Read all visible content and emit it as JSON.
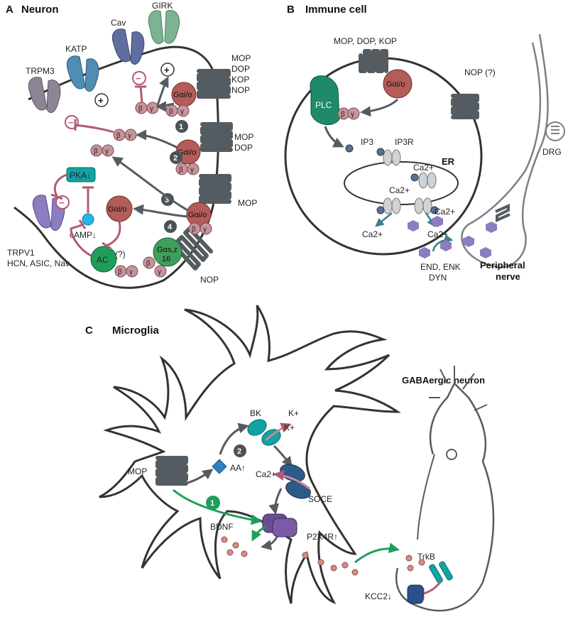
{
  "panel_a": {
    "letter": "A",
    "title": "Neuron",
    "channels": {
      "girk": "GIRK",
      "cav": "Cav",
      "katp": "KATP",
      "trpm3": "TRPM3",
      "trpv1": "TRPV1",
      "trpv1_sub": "HCN, ASIC, Nav"
    },
    "receptor_groups": {
      "r1": [
        "MOP",
        "DOP",
        "KOP",
        "NOP"
      ],
      "r2": [
        "MOP",
        "DOP"
      ],
      "r3": [
        "MOP"
      ],
      "r4": "NOP"
    },
    "proteins": {
      "gai": "Gαi/o",
      "beta": "β",
      "gamma": "γ",
      "gas": "Gαs,z",
      "gas_sub": "16",
      "question": "(?)",
      "pka": "PKA↓",
      "camp": "cAMP↓",
      "ac": "AC"
    },
    "steps": [
      "1",
      "2",
      "3",
      "4"
    ],
    "plus": "+",
    "minus": "−"
  },
  "panel_b": {
    "letter": "B",
    "title": "Immune cell",
    "receptor": "MOP, DOP, KOP",
    "nop": "NOP (?)",
    "plc": "PLC",
    "ip3": "IP3",
    "ip3r": "IP3R",
    "er": "ER",
    "ca": "Ca2+",
    "drg": "DRG",
    "peptides_1": "END, ENK",
    "peptides_2": "DYN",
    "nerve_1": "Peripheral",
    "nerve_2": "nerve"
  },
  "panel_c": {
    "letter": "C",
    "title": "Microglia",
    "neuron_title": "GABAergic neuron",
    "mop": "MOP",
    "aa": "AA↑",
    "bk": "BK",
    "k": "K+",
    "ca": "Ca2+",
    "soce": "SOCE",
    "p2x4r": "P2X4R↑",
    "bdnf": "BDNF",
    "trkb": "TrkB",
    "kcc2": "KCC2↓",
    "step1": "1",
    "step2": "2"
  },
  "colors": {
    "gai": "#b35c58",
    "gas": "#3f9e5c",
    "plc": "#1f8a6a",
    "inhibit": "#b25a72",
    "arrow": "#555c61",
    "green_arrow": "#1f9e5a",
    "bk": "#12a3a3",
    "soce": "#2d5a86",
    "p2x4r": "#6a4c93",
    "trpv1": "#8c7cc0",
    "peptide": "#8c7cc0",
    "bdnf": "#d98a86"
  }
}
